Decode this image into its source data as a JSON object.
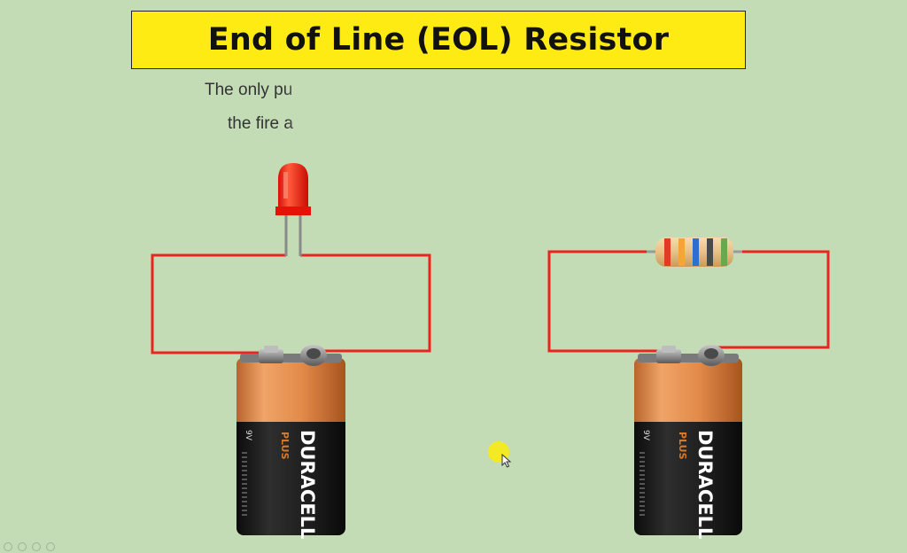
{
  "title": "End of Line (EOL) Resistor",
  "subtitle_line1": "The only pu",
  "subtitle_line2": "the fire a",
  "battery_left": {
    "brand": "DURACELL",
    "plus": "PLUS",
    "voltage": "9V"
  },
  "battery_right": {
    "brand": "DURACELL",
    "plus": "PLUS",
    "voltage": "9V"
  },
  "colors": {
    "background": "#c3dcb6",
    "title_fill": "#ffeb14",
    "wire": "#e8261f",
    "led": "#ff1a0e",
    "battery_copper": "#e28a49",
    "battery_black": "#1c1c1c",
    "cursor_highlight": "#f5ea1c"
  },
  "resistor_bands": [
    "#e23a24",
    "#f3a53a",
    "#2d6fd0",
    "#4a4a4a",
    "#6aa84f"
  ]
}
